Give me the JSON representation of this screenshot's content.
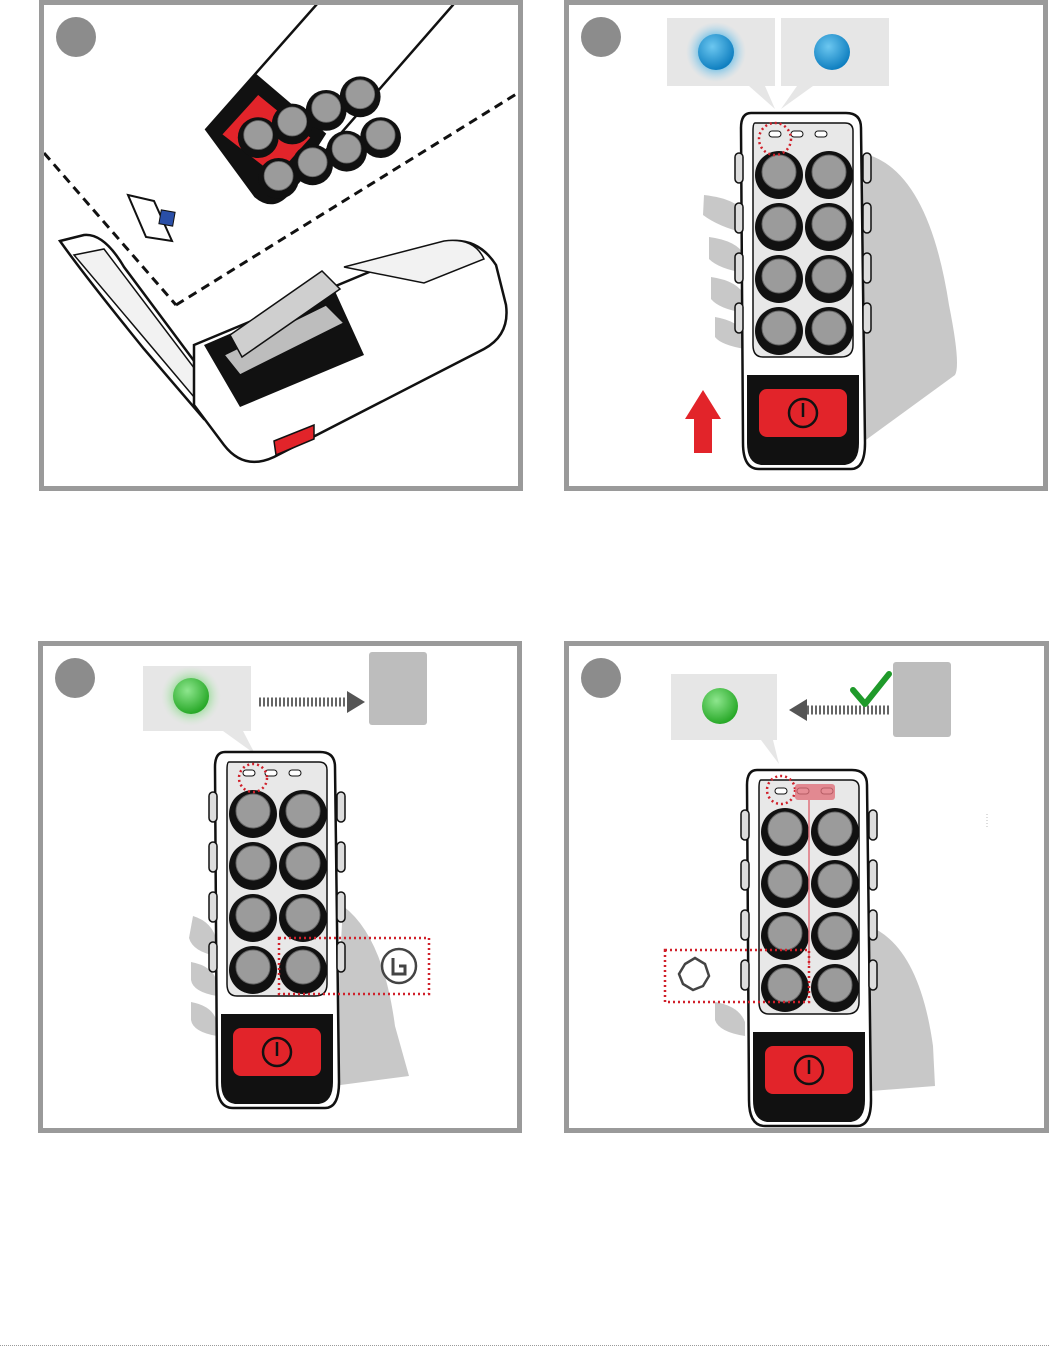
{
  "colors": {
    "frame": "#9a9a9a",
    "step_badge": "#8c8c8c",
    "power_red": "#e2242a",
    "led_blue": "#1a9ad6",
    "led_green": "#3cc33c",
    "hand_gray": "#c8c8c8",
    "callout_gray": "#e6e6e6",
    "dotted_red": "#d0202a",
    "check_green": "#1f9a2a"
  },
  "panels": [
    {
      "id": "battery-insert",
      "icons": [
        "remote-front-icon",
        "battery-compartment-icon",
        "sim-card-icon"
      ]
    },
    {
      "id": "power-on",
      "icons": [
        "blue-led-glow-icon",
        "blue-led-icon",
        "up-arrow-icon",
        "hand-icon"
      ]
    },
    {
      "id": "pairing-send",
      "icons": [
        "green-led-glow-icon",
        "transmit-arrow-icon",
        "receiver-box-icon",
        "start-button-icon"
      ]
    },
    {
      "id": "pairing-confirm",
      "icons": [
        "green-led-icon",
        "receive-arrow-icon",
        "checkmark-icon",
        "stop-octagon-icon"
      ]
    }
  ]
}
